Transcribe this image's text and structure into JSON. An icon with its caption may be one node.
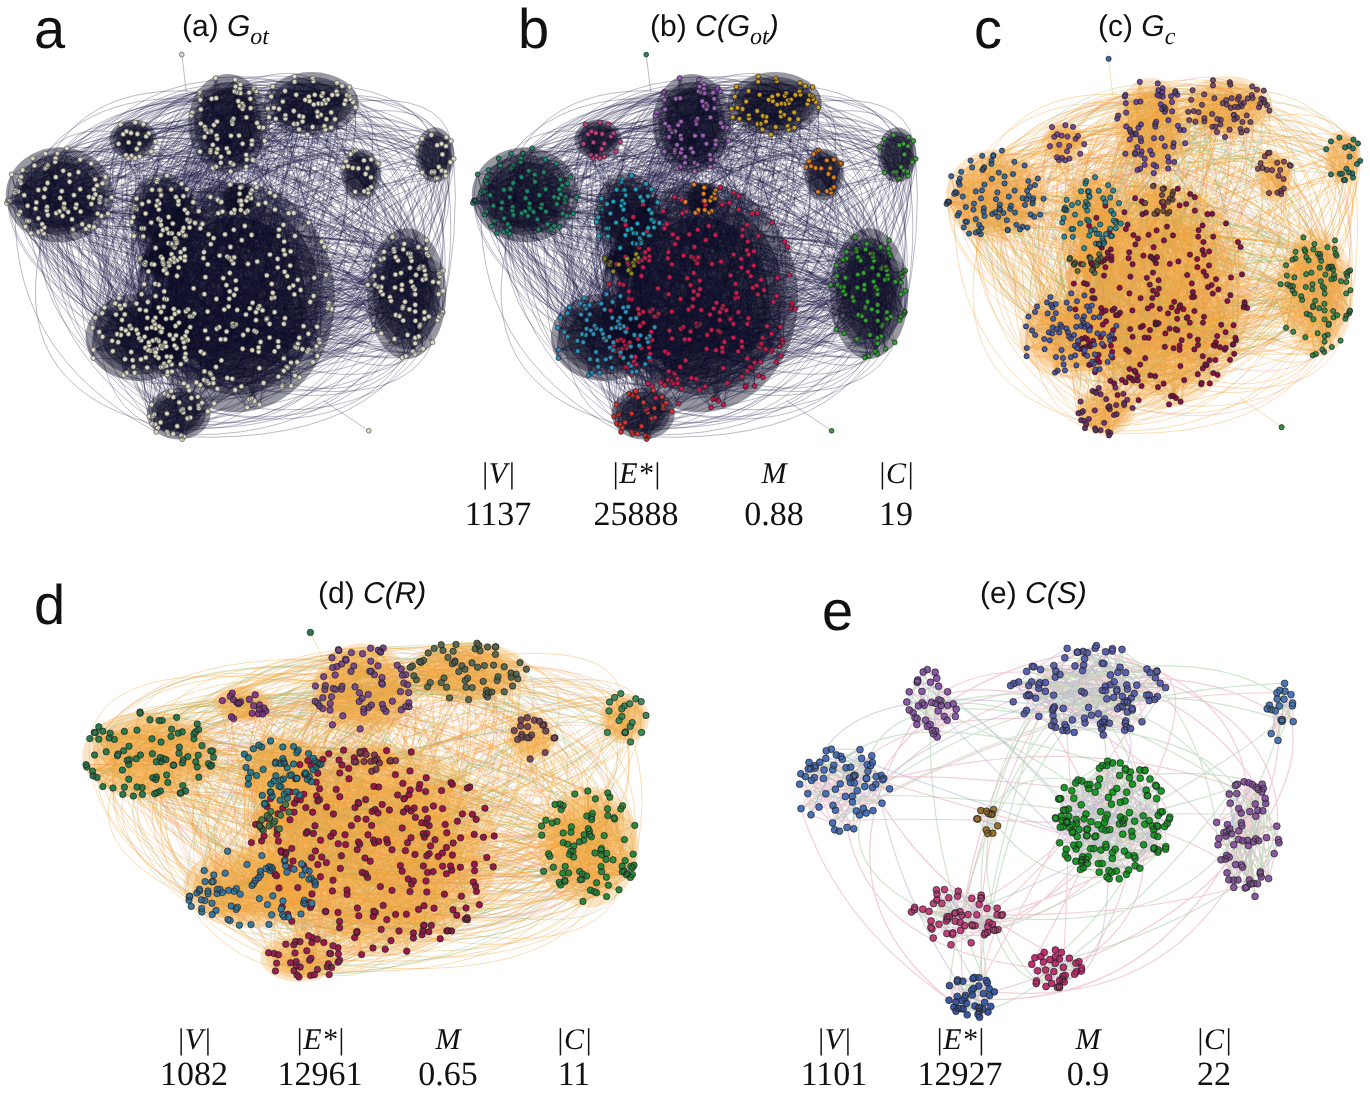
{
  "diagram": {
    "labels": [
      "a",
      "(a) *G*$_{ot}$",
      "b",
      "(b) *C(G*$_{ot}$*)*",
      "c",
      "(c) *G*$_{c}$",
      "|V|",
      "|E*|",
      "M",
      "|C|",
      "1137",
      "25888",
      "0.88",
      "19",
      "d",
      "(d) *C(R)*",
      "e",
      "(e) *C(S)*",
      "|V|",
      "|E*|",
      "M",
      "|C|",
      "1082",
      "12961",
      "0.65",
      "11",
      "|V|",
      "|E*|",
      "M",
      "|C|",
      "1101",
      "12927",
      "0.9",
      "22"
    ]
  }
}
